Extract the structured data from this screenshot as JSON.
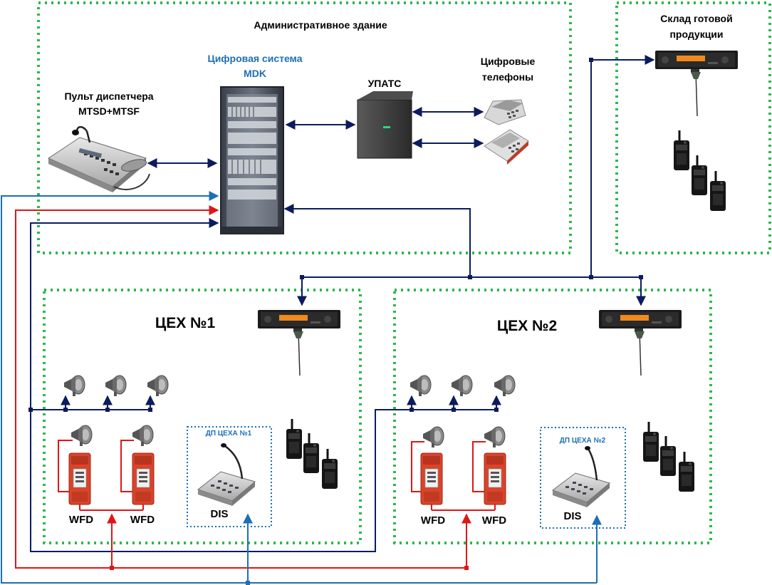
{
  "labels": {
    "admin_building": "Административное здание",
    "warehouse_line1": "Склад готовой",
    "warehouse_line2": "продукции",
    "mdk_line1": "Цифровая система",
    "mdk_line2": "MDK",
    "dispatcher_line1": "Пульт диспетчера",
    "dispatcher_line2": "MTSD+MTSF",
    "pbx": "УПАТС",
    "phones_line1": "Цифровые",
    "phones_line2": "телефоны",
    "workshop1": "ЦЕХ №1",
    "workshop2": "ЦЕХ №2",
    "dp1": "ДП ЦЕХА №1",
    "dp2": "ДП ЦЕХА №2",
    "wfd": "WFD",
    "dis": "DIS"
  },
  "colors": {
    "zone_border": "#2db84a",
    "dark_link": "#0d1b5e",
    "red_link": "#e01616",
    "blue_link": "#1c6fb5",
    "mdk_text": "#1c6fb5",
    "wfd_body": "#e04a2a"
  },
  "icons": [
    "loudspeaker-icon",
    "mobile-radio-icon",
    "handheld-radio-icon",
    "desk-phone-icon",
    "microphone-console-icon",
    "server-rack-icon",
    "pbx-box-icon",
    "wfd-unit-icon"
  ]
}
